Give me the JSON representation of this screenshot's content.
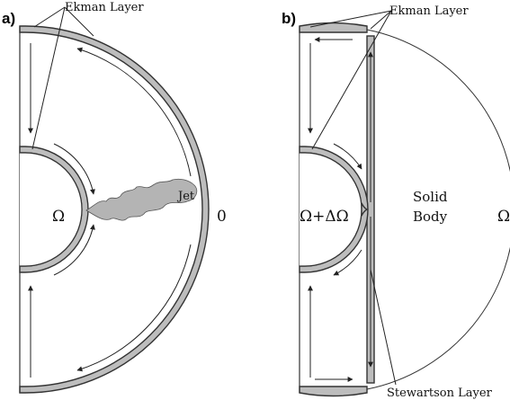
{
  "panels": {
    "a": {
      "tag": "a)",
      "ekman_label": "Ekman Layer",
      "jet_label": "Jet",
      "inner_rotation": "Ω",
      "outer_rotation": "0"
    },
    "b": {
      "tag": "b)",
      "ekman_label": "Ekman Layer",
      "inner_rotation": "Ω+ΔΩ",
      "solid_body_line1": "Solid",
      "solid_body_line2": "Body",
      "outer_rotation": "Ω",
      "stewartson_label": "Stewartson Layer"
    }
  },
  "colors": {
    "layer_fill": "#bdbdbd",
    "jet_fill": "#b4b4b4",
    "outline": "#333333"
  }
}
